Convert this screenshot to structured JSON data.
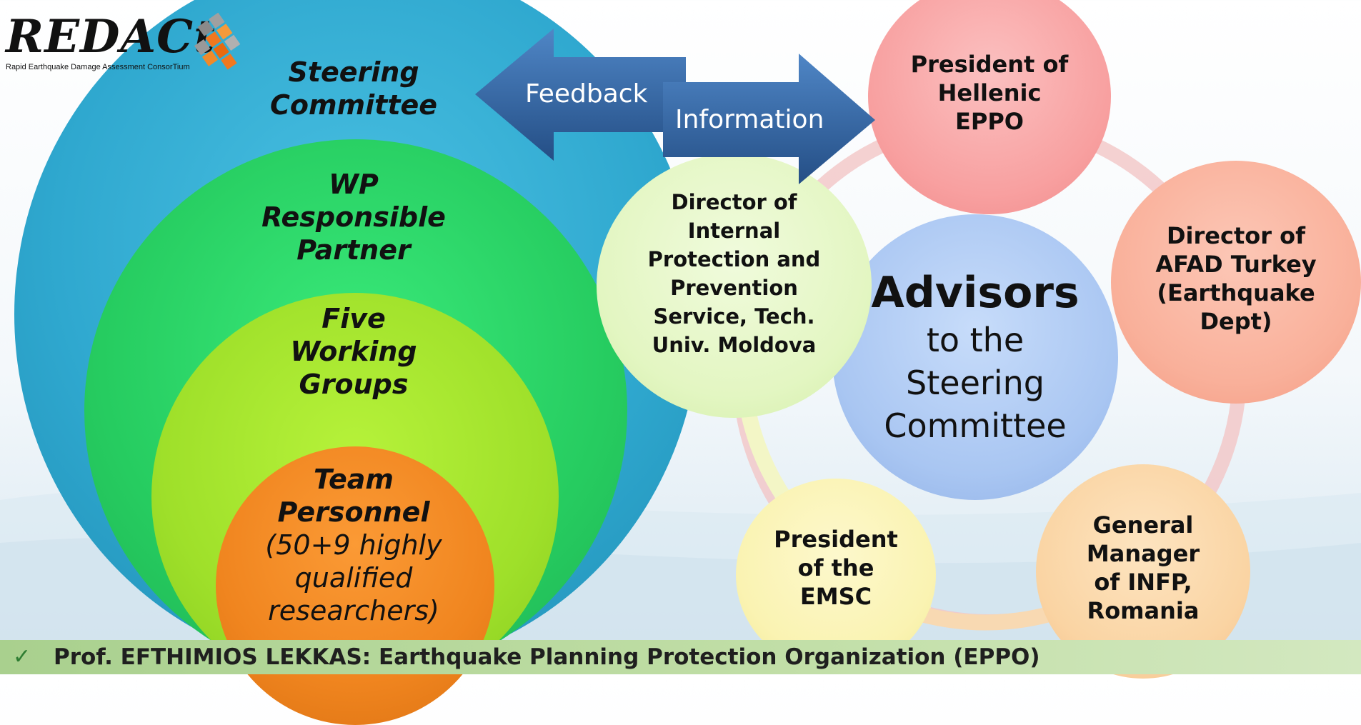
{
  "logo": {
    "name": "REDACt",
    "tagline": "Rapid Earthquake Damage Assessment ConsorTium"
  },
  "nested_circles": [
    {
      "lines": [
        "Steering",
        "Committee"
      ]
    },
    {
      "lines": [
        "WP",
        "Responsible",
        "Partner"
      ]
    },
    {
      "lines": [
        "Five",
        "Working",
        "Groups"
      ]
    },
    {
      "lines": [
        "Team",
        "Personnel"
      ],
      "sub_lines": [
        "(50+9 highly",
        "qualified",
        "researchers)"
      ]
    }
  ],
  "arrows": {
    "feedback": "Feedback",
    "information": "Information"
  },
  "center": {
    "title": "Advisors",
    "lines": [
      "to the",
      "Steering",
      "Committee"
    ]
  },
  "advisors": [
    {
      "lines": [
        "President of",
        "Hellenic",
        "EPPO"
      ]
    },
    {
      "lines": [
        "Director of",
        "AFAD Turkey",
        "(Earthquake",
        "Dept)"
      ]
    },
    {
      "lines": [
        "General",
        "Manager",
        "of INFP,",
        "Romania"
      ]
    },
    {
      "lines": [
        "President",
        "of the",
        "EMSC"
      ]
    },
    {
      "lines": [
        "Director of",
        "Internal",
        "Protection and",
        "Prevention",
        "Service, Tech.",
        "Univ. Moldova"
      ]
    }
  ],
  "footer": {
    "check": "✓",
    "text": "Prof. EFTHIMIOS LEKKAS: Earthquake Planning Protection Organization (EPPO)"
  },
  "colors": {
    "steering": "#2fa8cf",
    "wp": "#2ed16a",
    "working_groups": "#a6e22e",
    "team": "#f0851f",
    "arrow": "#2f5f9e",
    "center": "#a9c6f2",
    "hellenic": "#f8a0a0",
    "afad": "#f9b09a",
    "infp": "#fad4a3",
    "emsc": "#faf3b2",
    "moldova": "#e3f6c2"
  }
}
